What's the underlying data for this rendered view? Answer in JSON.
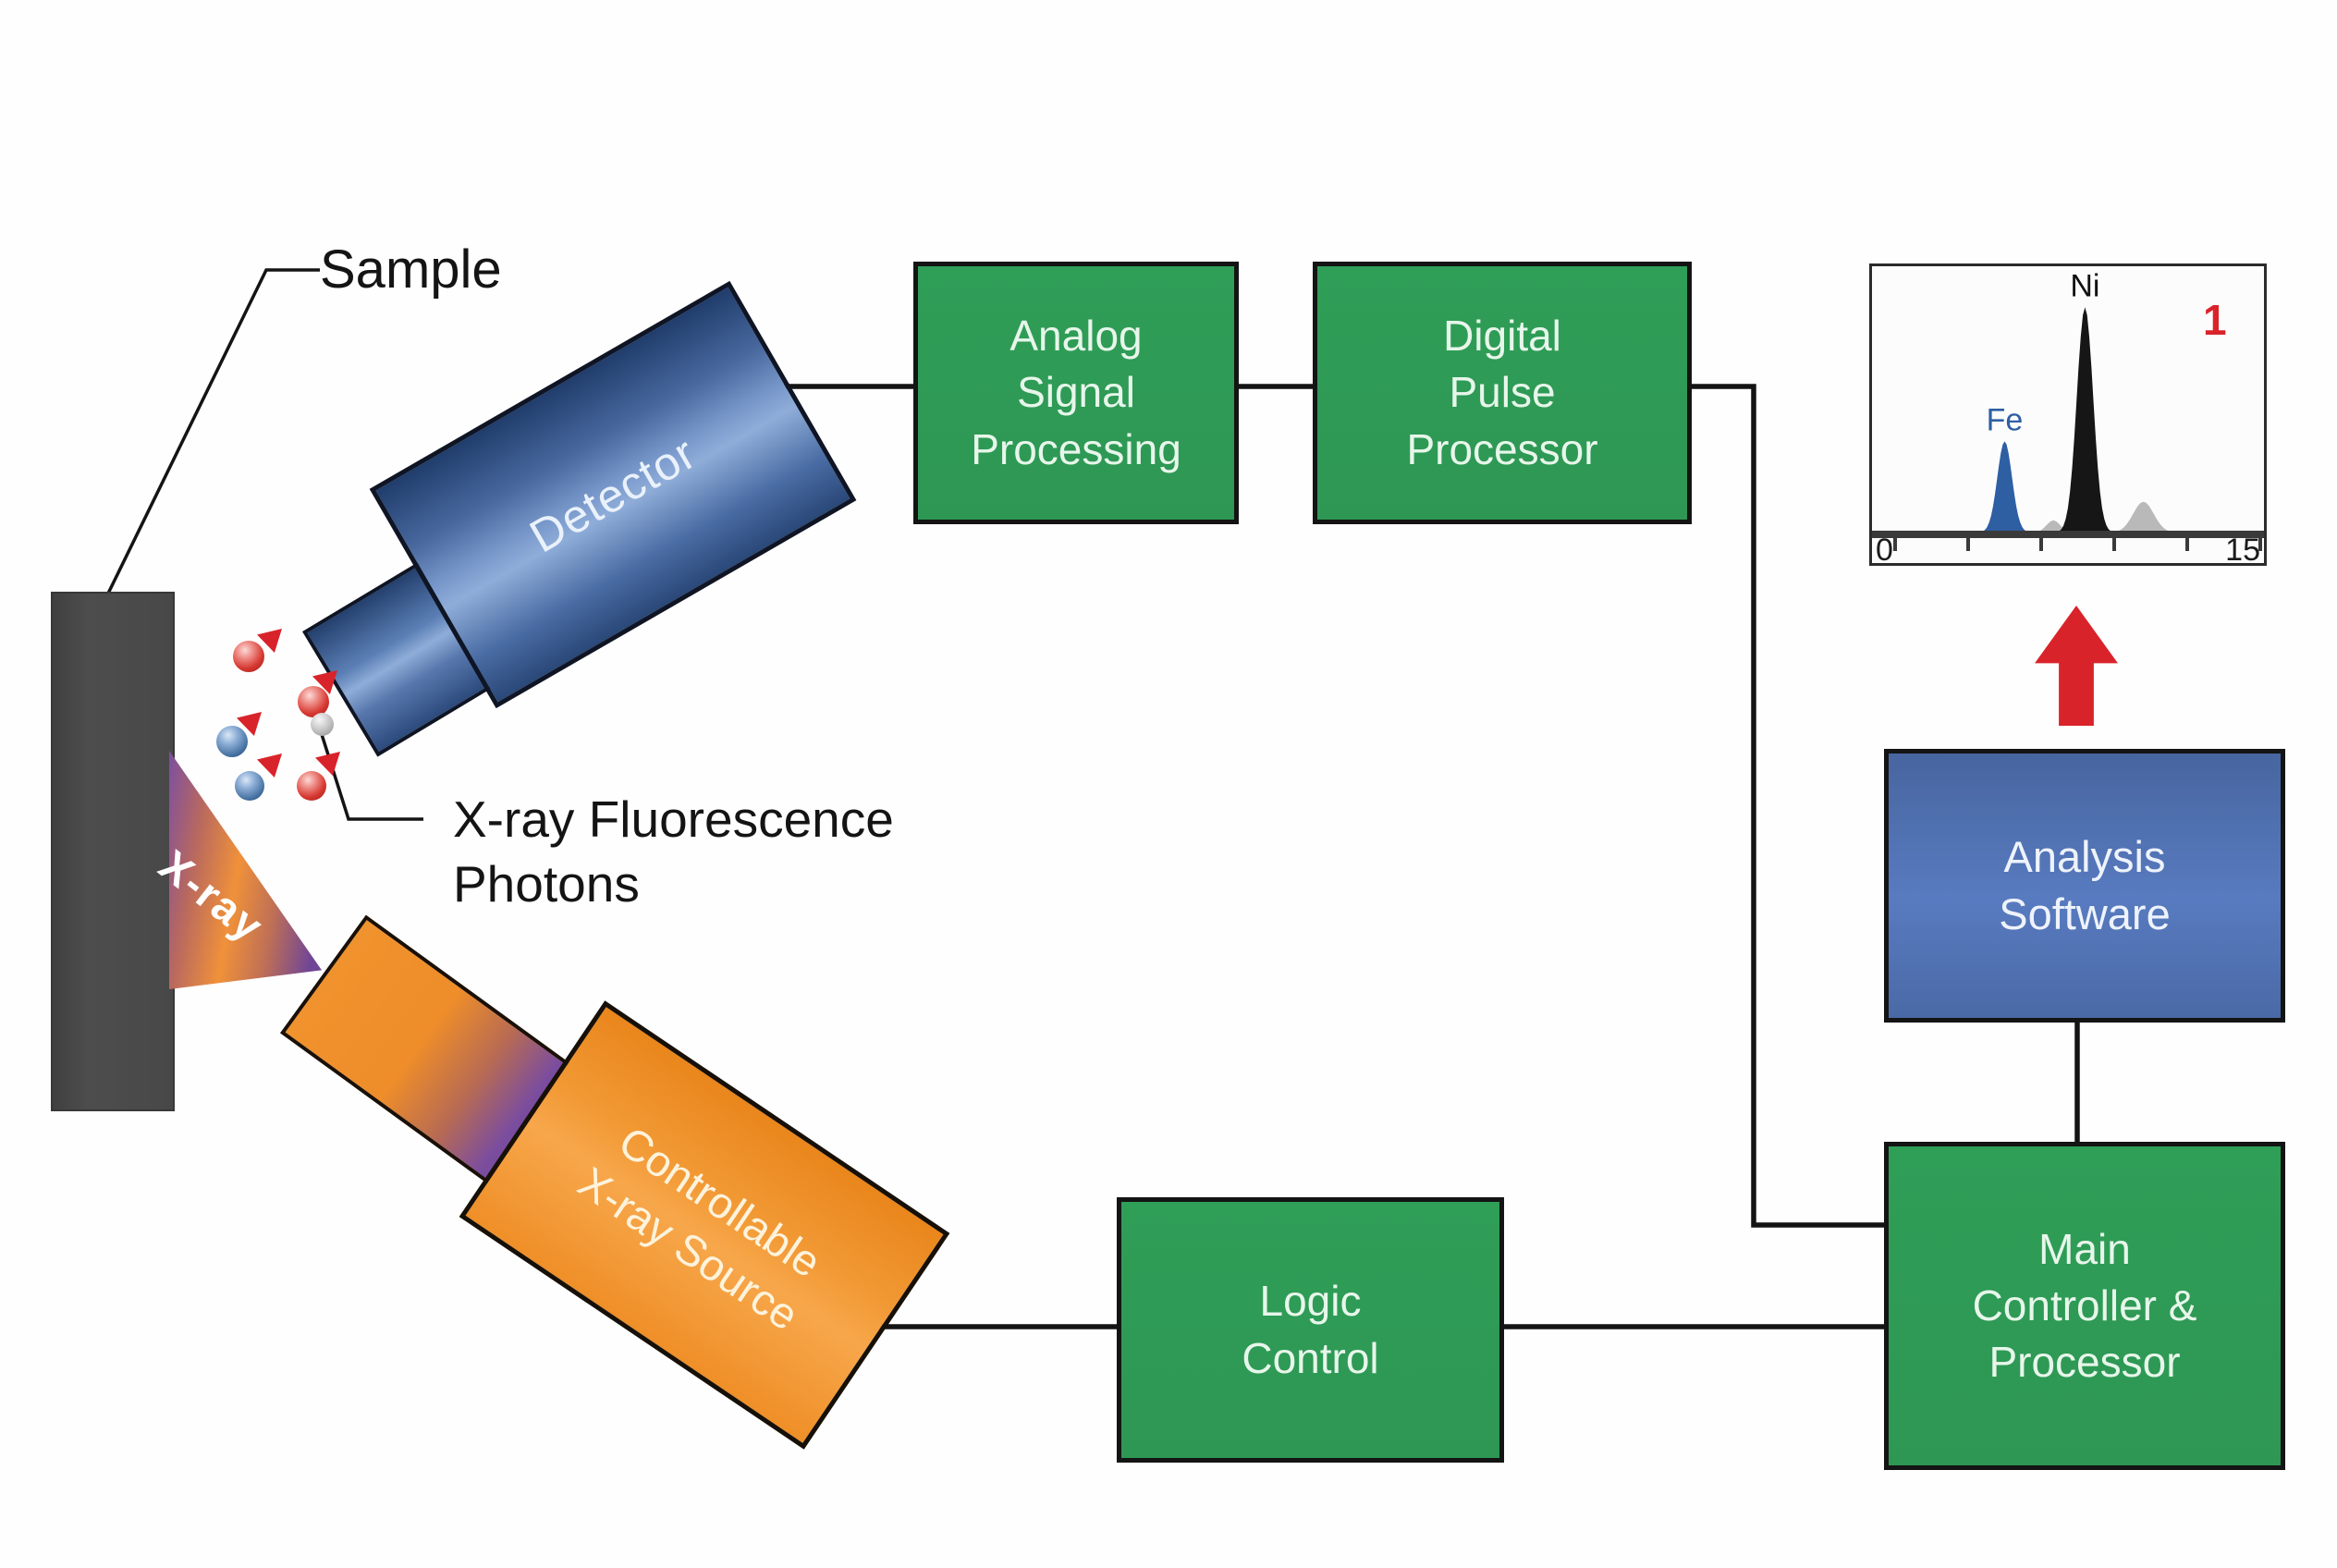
{
  "labels": {
    "sample": "Sample",
    "detector": "Detector",
    "photons": "X-ray Fluorescence\nPhotons",
    "beam": "X-ray",
    "source": "Controllable\nX-ray Source"
  },
  "boxes": {
    "analog": {
      "label": "Analog\nSignal\nProcessing"
    },
    "digital": {
      "label": "Digital\nPulse\nProcessor"
    },
    "logic": {
      "label": "Logic\nControl"
    },
    "main": {
      "label": "Main\nController &\nProcessor"
    },
    "analysis": {
      "label": "Analysis\nSoftware"
    }
  },
  "colors": {
    "process_box_green": "#2f9e57",
    "software_box_blue": "#4e70b2",
    "detector_blue": "#5d82bb",
    "source_orange": "#f0922d",
    "beam_purple": "#7b4d9e",
    "sample_gray": "#484848",
    "wire_black": "#141414",
    "arrow_red": "#d9232a",
    "box_text_green": "#e7f6ea"
  },
  "chart_data": {
    "type": "area",
    "title": "",
    "xlabel": "",
    "ylabel": "",
    "x_range": [
      0,
      15
    ],
    "grid": false,
    "x_ticks": [
      {
        "v": 0,
        "label": "0"
      },
      {
        "v": 3,
        "label": ""
      },
      {
        "v": 6,
        "label": ""
      },
      {
        "v": 9,
        "label": ""
      },
      {
        "v": 12,
        "label": ""
      },
      {
        "v": 15,
        "label": "15"
      }
    ],
    "annotation": {
      "text": "1",
      "color": "#d9232a"
    },
    "series": [
      {
        "name": "Fe",
        "center": 4.5,
        "intensity": 34,
        "sigma": 0.3,
        "color": "#2e5fa3",
        "label_color": "#2e5fa3",
        "labeled": true
      },
      {
        "name": "",
        "center": 6.5,
        "intensity": 4.5,
        "sigma": 0.28,
        "color": "#b9b9b9",
        "label_color": "#b9b9b9",
        "labeled": false
      },
      {
        "name": "Ni",
        "center": 7.8,
        "intensity": 84,
        "sigma": 0.33,
        "color": "#161616",
        "label_color": "#111111",
        "labeled": true
      },
      {
        "name": "",
        "center": 10.2,
        "intensity": 11.5,
        "sigma": 0.42,
        "color": "#b9b9b9",
        "label_color": "#b9b9b9",
        "labeled": false
      }
    ]
  }
}
